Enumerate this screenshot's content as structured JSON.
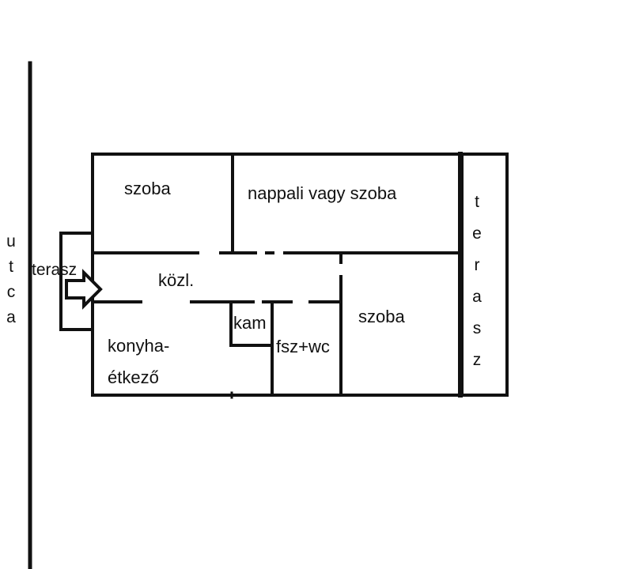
{
  "street": {
    "label": "utca"
  },
  "terrace_right": {
    "label": "terasz"
  },
  "terrace_entry": {
    "label": "terasz"
  },
  "rooms": {
    "bedroom_top": "szoba",
    "living": "nappali vagy szoba",
    "corridor": "közl.",
    "pantry": "kam",
    "bathroom": "fsz+wc",
    "bedroom_right": "szoba",
    "kitchen_line1": "konyha-",
    "kitchen_line2": "étkező"
  },
  "colors": {
    "wall": "#111111",
    "background": "#ffffff"
  }
}
